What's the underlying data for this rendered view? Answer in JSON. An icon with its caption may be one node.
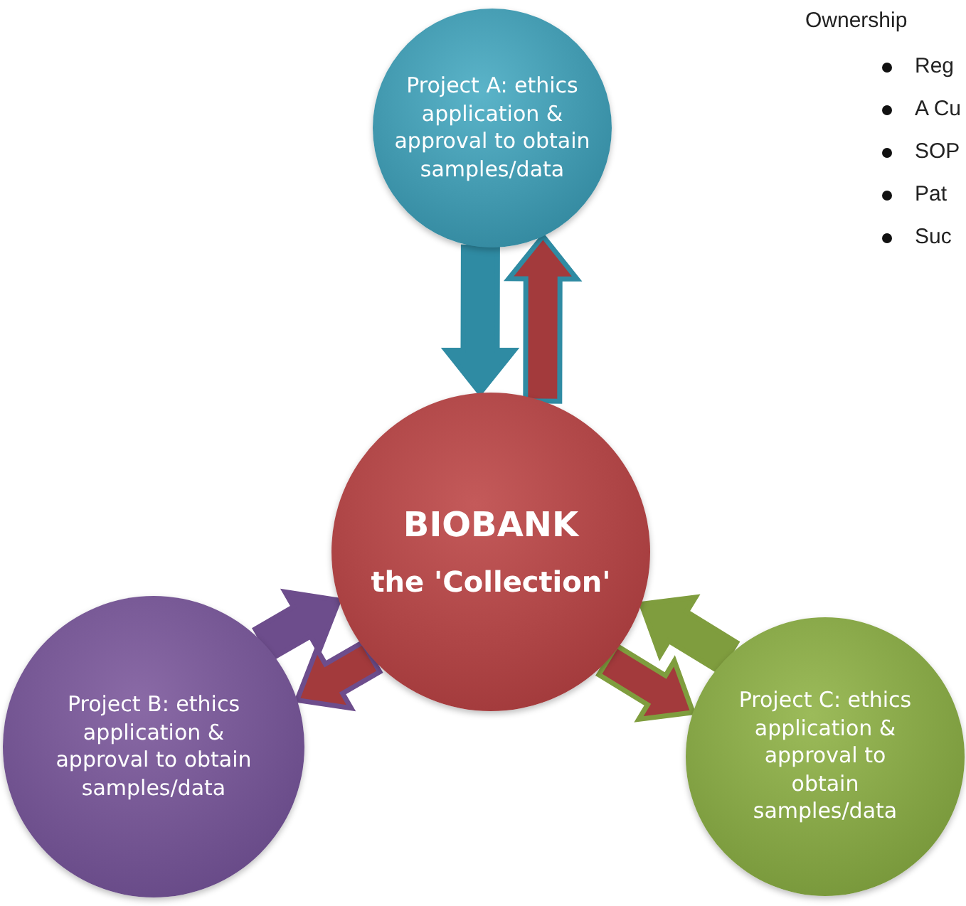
{
  "diagram": {
    "nodes": [
      {
        "text": [
          "Project A: ethics application & approval to obtain samples/data"
        ]
      },
      {
        "text": [
          "BIOBANK",
          "the 'Collection'"
        ]
      },
      {
        "text": [
          "Project B: ethics application & approval to obtain samples/data"
        ]
      },
      {
        "text": [
          "Project C: ethics application & approval to obtain samples/data"
        ]
      }
    ],
    "edges": [
      {
        "from": 0,
        "to": 1,
        "arrow": "to",
        "color": "#2f8ba3"
      },
      {
        "from": 1,
        "to": 0,
        "arrow": "to",
        "color": "#a33a3c"
      },
      {
        "from": 2,
        "to": 1,
        "arrow": "to",
        "color": "#6d4d8c"
      },
      {
        "from": 1,
        "to": 2,
        "arrow": "to",
        "color": "#a33a3c"
      },
      {
        "from": 3,
        "to": 1,
        "arrow": "to",
        "color": "#7f9d3e"
      },
      {
        "from": 1,
        "to": 3,
        "arrow": "to",
        "color": "#a33a3c"
      }
    ],
    "labels": [
      "Ownership",
      "Reg",
      "A Cu",
      "SOP",
      "Pat",
      "Suc"
    ]
  }
}
